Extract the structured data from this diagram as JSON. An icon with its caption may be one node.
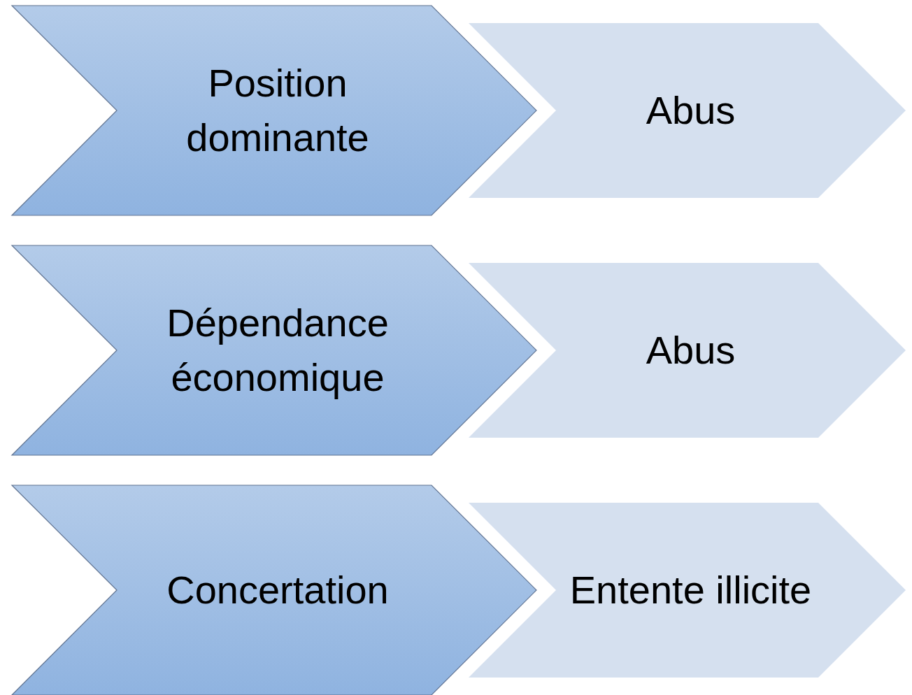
{
  "diagram": {
    "nodes": [
      {
        "text": [
          "Position dominante"
        ]
      },
      {
        "text": [
          "Abus"
        ]
      },
      {
        "text": [
          "Dépendance économique"
        ]
      },
      {
        "text": [
          "Abus"
        ]
      },
      {
        "text": [
          "Concertation"
        ]
      },
      {
        "text": [
          "Entente illicite"
        ]
      }
    ]
  }
}
